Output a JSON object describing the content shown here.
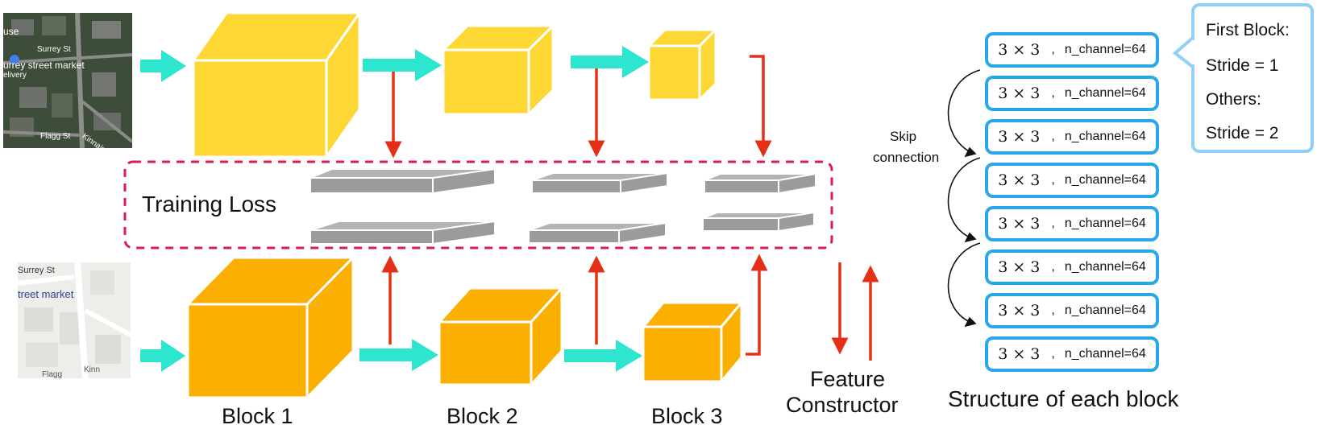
{
  "blocks": {
    "block1": "Block 1",
    "block2": "Block 2",
    "block3": "Block 3"
  },
  "training_loss": "Training Loss",
  "feature_constructor": {
    "line1": "Feature",
    "line2": "Constructor"
  },
  "structure_title": "Structure of each block",
  "skip_connection": {
    "line1": "Skip",
    "line2": "connection"
  },
  "layers": [
    {
      "kernel": "3 × 3",
      "sep": ",",
      "channels": "n_channel=64"
    },
    {
      "kernel": "3 × 3",
      "sep": ",",
      "channels": "n_channel=64"
    },
    {
      "kernel": "3 × 3",
      "sep": ",",
      "channels": "n_channel=64"
    },
    {
      "kernel": "3 × 3",
      "sep": ",",
      "channels": "n_channel=64"
    },
    {
      "kernel": "3 × 3",
      "sep": ",",
      "channels": "n_channel=64"
    },
    {
      "kernel": "3 × 3",
      "sep": ",",
      "channels": "n_channel=64"
    },
    {
      "kernel": "3 × 3",
      "sep": ",",
      "channels": "n_channel=64"
    },
    {
      "kernel": "3 × 3",
      "sep": ",",
      "channels": "n_channel=64"
    }
  ],
  "callout": {
    "line1": "First Block:",
    "line2": "Stride = 1",
    "line3": "Others:",
    "line4": "Stride = 2"
  },
  "satellite_map": {
    "label1": "use",
    "label2": "Surrey St",
    "label3": "urrey street market",
    "label4": "elivery",
    "label5": "Kinnaird St",
    "label6": "Flagg St"
  },
  "street_map": {
    "label1": "Surrey St",
    "label2": "treet market",
    "label3": "Kinn",
    "label4": "Flagg"
  },
  "colors": {
    "cube_top": "#fdd835",
    "cube_bottom": "#fbaf00",
    "arrow_cyan": "#2ee6cf",
    "arrow_red": "#e53018",
    "loss_border": "#d81b60",
    "slab": "#9b9b9b",
    "layer_border": "#29a8e8",
    "callout_border": "#8fd0f4"
  }
}
